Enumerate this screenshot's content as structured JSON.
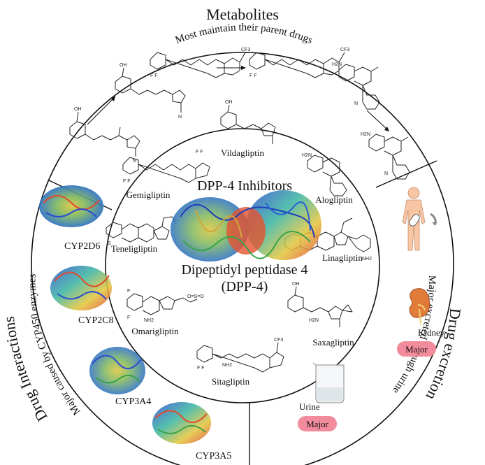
{
  "sections": {
    "metabolites": {
      "title": "Metabolites",
      "subtitle": "Most maintain their parent drugs"
    },
    "drug_excretion": {
      "title": "Drug excretion",
      "subtitle": "Major excreted through urine"
    },
    "drug_interactions": {
      "title": "Drug Interactions",
      "subtitle": "Major caused by CYP450 enzymes"
    }
  },
  "center": {
    "title": "DPP-4 Inhibitors",
    "protein_line1": "Dipeptidyl peptidase 4",
    "protein_line2": "(DPP-4)"
  },
  "drugs": {
    "vildagliptin": "Vildagliptin",
    "gemigliptin": "Gemigliptin",
    "alogliptin": "Alogliptin",
    "teneligliptin": "Teneligliptin",
    "linagliptin": "Linagliptin",
    "omarigliptin": "Omarigliptin",
    "saxagliptin": "Saxagliptin",
    "sitagliptin": "Sitagliptin"
  },
  "enzymes": {
    "cyp2d6": "CYP2D6",
    "cyp2c8": "CYP2C8",
    "cyp3a4": "CYP3A4",
    "cyp3a5": "CYP3A5"
  },
  "excretion": {
    "kidney_label": "Kidney",
    "kidney_badge": "Major",
    "urine_label": "Urine",
    "urine_badge": "Major"
  },
  "colors": {
    "badge": "#f28b9c",
    "ring_stroke": "#111111",
    "body_skin": "#f7c6a5"
  }
}
